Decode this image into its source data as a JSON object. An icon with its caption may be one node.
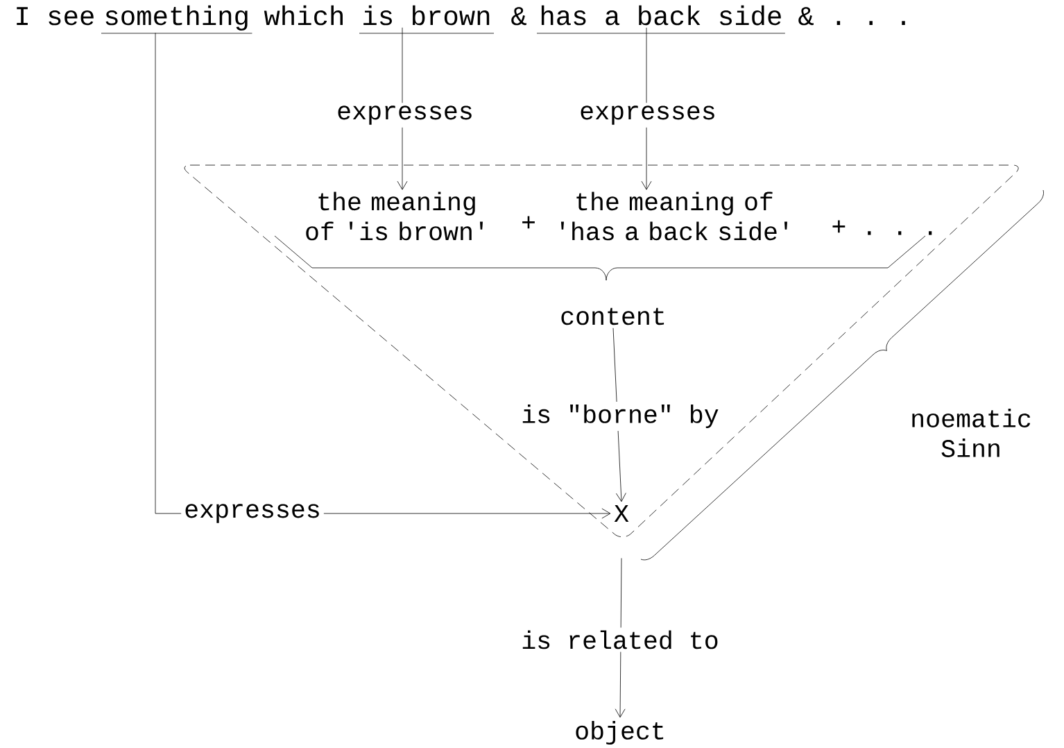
{
  "diagram": {
    "nodes": [
      {
        "text": [
          "something"
        ]
      },
      {
        "text": [
          "is brown"
        ]
      },
      {
        "text": [
          "has a back side"
        ]
      },
      {
        "text": [
          "the meaning of 'is brown'"
        ]
      },
      {
        "text": [
          "the meaning of 'has a back side'"
        ]
      },
      {
        "text": [
          "content"
        ]
      },
      {
        "text": [
          "X"
        ]
      },
      {
        "text": [
          "object"
        ]
      }
    ],
    "edges": [
      {
        "from": 0,
        "to": 6,
        "arrow": "to",
        "label": "expresses"
      },
      {
        "from": 1,
        "to": 3,
        "arrow": "to",
        "label": "expresses"
      },
      {
        "from": 2,
        "to": 4,
        "arrow": "to",
        "label": "expresses"
      },
      {
        "from": 5,
        "to": 6,
        "arrow": "to",
        "label": "is \"borne\" by"
      },
      {
        "from": 6,
        "to": 7,
        "arrow": "to",
        "label": "is related to"
      }
    ],
    "labels": [
      "I see",
      "which",
      "&",
      "& . . .",
      "+",
      "+ . . .",
      "noematic Sinn"
    ]
  }
}
